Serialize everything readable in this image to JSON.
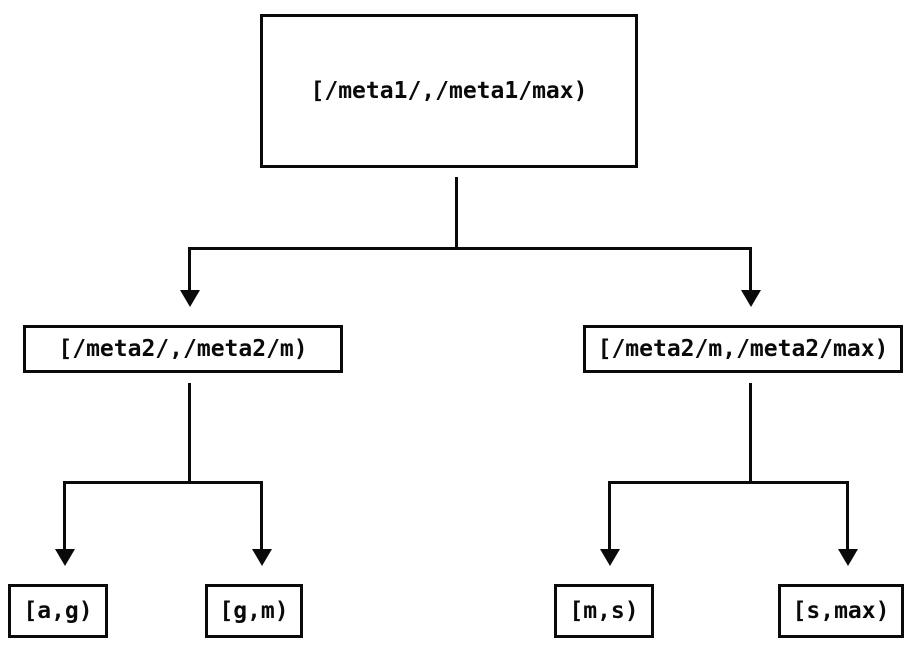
{
  "colors": {
    "background": "#ffffff",
    "line": "#0a0a0a",
    "text": "#0a0a0a"
  },
  "tree": {
    "root": {
      "label": "[/meta1/,/meta1/max)"
    },
    "children": [
      {
        "label": "[/meta2/,/meta2/m)",
        "children": [
          {
            "label": "[a,g)"
          },
          {
            "label": "[g,m)"
          }
        ]
      },
      {
        "label": "[/meta2/m,/meta2/max)",
        "children": [
          {
            "label": "[m,s)"
          },
          {
            "label": "[s,max)"
          }
        ]
      }
    ]
  }
}
